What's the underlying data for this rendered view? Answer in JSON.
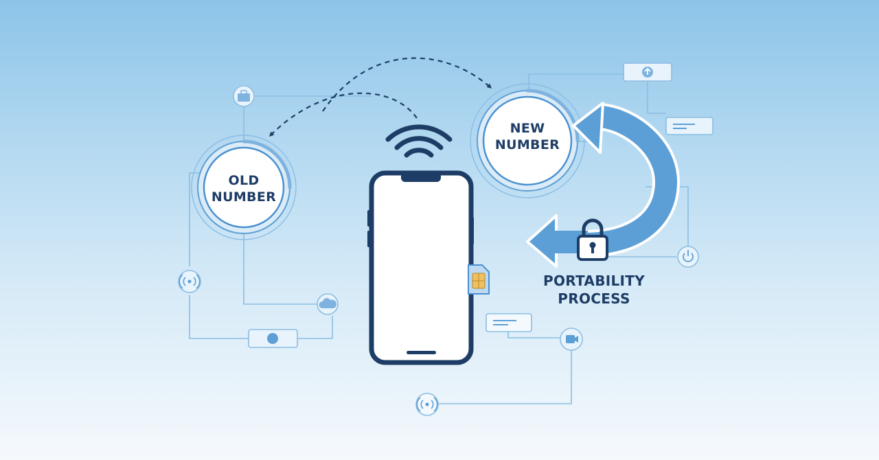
{
  "old_number": {
    "line1": "OLD",
    "line2": "NUMBER"
  },
  "new_number": {
    "line1": "NEW",
    "line2": "NUMBER"
  },
  "portability": {
    "line1": "PORTABILITY",
    "line2": "PROCESS"
  },
  "colors": {
    "navy": "#1e3d66",
    "accent_blue": "#4a90d0",
    "circuit_line": "#8bbde3",
    "phone_screen": "#ffffff"
  },
  "icons": [
    "old-number-circle",
    "new-number-circle",
    "smartphone-icon",
    "wifi-signal-icon",
    "sim-card-icon",
    "padlock-icon",
    "circular-transfer-arrow",
    "dashed-exchange-arrow",
    "cloud-icon",
    "cloud-upload-icon",
    "wireless-icon",
    "power-icon",
    "camera-icon",
    "message-box-icon"
  ]
}
